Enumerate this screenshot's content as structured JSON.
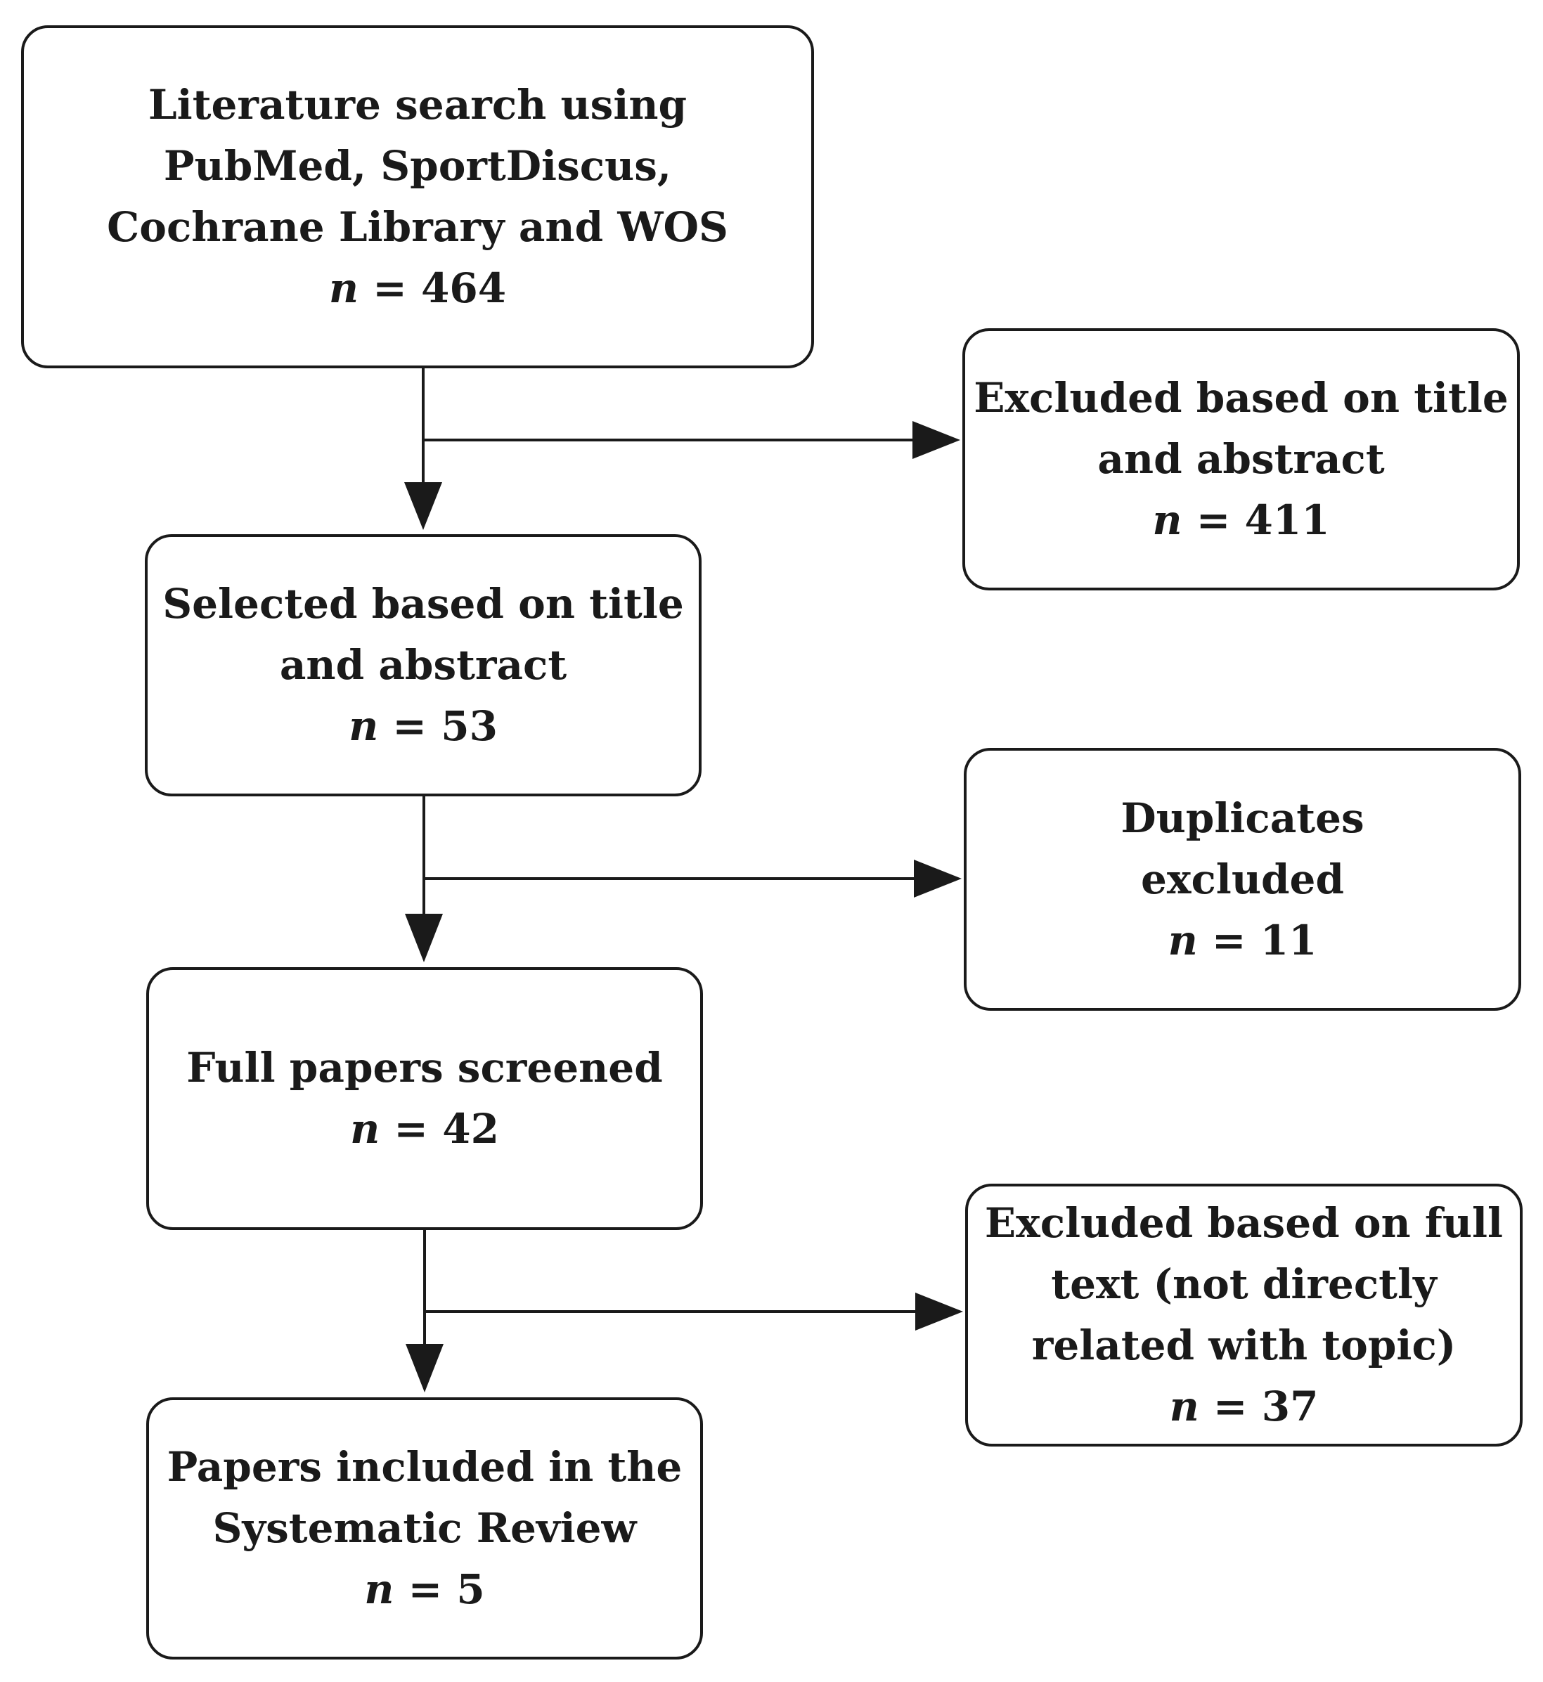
{
  "flow": {
    "search": {
      "lines": [
        "Literature search using",
        "PubMed, SportDiscus,",
        "Cochrane Library and WOS"
      ],
      "n_var": "n",
      "n_value": " = 464"
    },
    "selected": {
      "lines": [
        "Selected based on title",
        "and abstract"
      ],
      "n_var": "n",
      "n_value": " = 53"
    },
    "full_screened": {
      "lines": [
        "Full papers screened"
      ],
      "n_var": "n",
      "n_value": " = 42"
    },
    "included": {
      "lines": [
        "Papers included in the",
        "Systematic Review"
      ],
      "n_var": "n",
      "n_value": " = 5"
    }
  },
  "exclusions": {
    "title_abstract": {
      "lines": [
        "Excluded based on title",
        "and abstract"
      ],
      "n_var": "n",
      "n_value": " = 411"
    },
    "duplicates": {
      "lines": [
        "Duplicates",
        "excluded"
      ],
      "n_var": "n",
      "n_value": " = 11"
    },
    "full_text": {
      "lines": [
        "Excluded based on full",
        "text (not directly",
        "related with topic)"
      ],
      "n_var": "n",
      "n_value": " = 37"
    }
  },
  "colors": {
    "stroke": "#1a1a1a",
    "background": "#ffffff"
  }
}
